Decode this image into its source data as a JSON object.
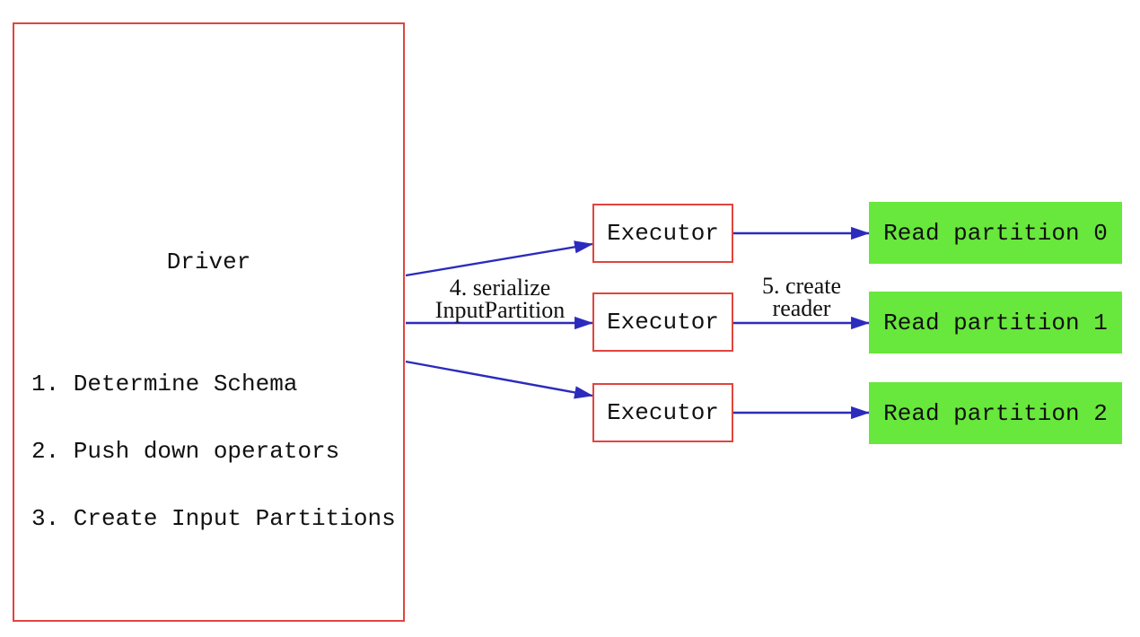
{
  "diagram": {
    "driver": {
      "title": "Driver",
      "steps": [
        "1. Determine Schema",
        "2. Push down operators",
        "3. Create Input Partitions"
      ]
    },
    "executors": [
      {
        "label": "Executor"
      },
      {
        "label": "Executor"
      },
      {
        "label": "Executor"
      }
    ],
    "partitions": [
      {
        "label": "Read partition 0"
      },
      {
        "label": "Read partition 1"
      },
      {
        "label": "Read partition 2"
      }
    ],
    "arrow_labels": {
      "serialize_line1": "4. serialize",
      "serialize_line2": "InputPartition",
      "create_line1": "5. create",
      "create_line2": "reader"
    },
    "colors": {
      "box_border_red": "#e0453e",
      "arrow_blue": "#2b2bbd",
      "partition_green": "#68e73c",
      "text_black": "#111111",
      "page_bg": "#ffffff"
    }
  }
}
